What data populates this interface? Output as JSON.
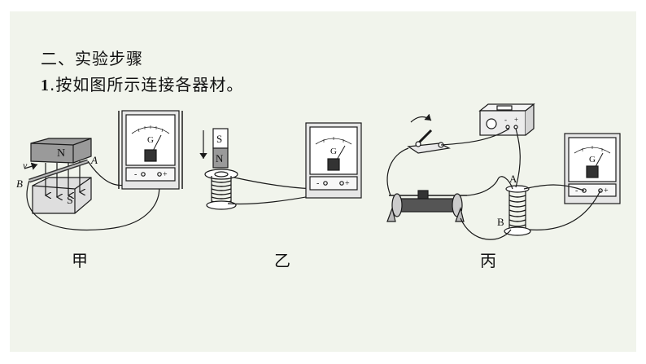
{
  "section_title": "二、实验步骤",
  "step": {
    "number": "1",
    "text": ".按如图所示连接各器材。"
  },
  "figures": {
    "jia": {
      "caption": "甲",
      "magnet_top_label": "N",
      "magnet_bottom_label": "S",
      "rod_end_a": "A",
      "rod_end_b": "B",
      "velocity_label": "v",
      "meter_label": "G",
      "terminal_minus": "-",
      "terminal_plus": "+"
    },
    "yi": {
      "caption": "乙",
      "magnet_top_label": "S",
      "magnet_bottom_label": "N",
      "meter_label": "G",
      "terminal_minus": "-",
      "terminal_plus": "+"
    },
    "bing": {
      "caption": "丙",
      "coil_end_a": "A",
      "coil_end_b": "B",
      "meter_label": "G",
      "terminal_minus": "-",
      "terminal_plus": "+",
      "source_minus": "-",
      "source_plus": "+"
    }
  },
  "colors": {
    "background": "#f1f4ec",
    "line": "#1a1a1a",
    "meter_body": "#ececec"
  }
}
